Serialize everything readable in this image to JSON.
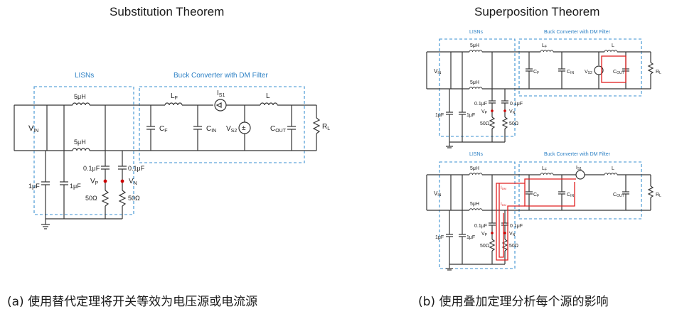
{
  "left_title": "Substitution Theorem",
  "right_title": "Superposition Theorem",
  "caption_a": "(a) 使用替代定理将开关等效为电压源或电流源",
  "caption_b": "(b) 使用叠加定理分析每个源的影响",
  "labels": {
    "lisns": "LISNs",
    "buck": "Buck Converter with DM Filter",
    "l_top": "5μH",
    "l_bot": "5μH",
    "vin": "V",
    "vin_sub": "IN",
    "c_lisn1": "1μF",
    "c_lisn2": "1μF",
    "c_p": "0.1μF",
    "c_n": "0.1μF",
    "vp": "V",
    "vp_sub": "P",
    "vn": "V",
    "vn_sub": "N",
    "r_p": "50Ω",
    "r_n": "50Ω",
    "lf": "L",
    "lf_sub": "F",
    "cf": "C",
    "cf_sub": "F",
    "cin": "C",
    "cin_sub": "IN",
    "is1": "I",
    "is1_sub": "S1",
    "vs2": "V",
    "vs2_sub": "S2",
    "l": "L",
    "cout": "C",
    "cout_sub": "OUT",
    "rl": "R",
    "rl_sub": "L",
    "idm": "I",
    "idm_sub": "DM"
  },
  "colors": {
    "wire": "#333333",
    "box": "#3a8fd0",
    "label": "#2a7fc4",
    "current": "#e02020"
  }
}
